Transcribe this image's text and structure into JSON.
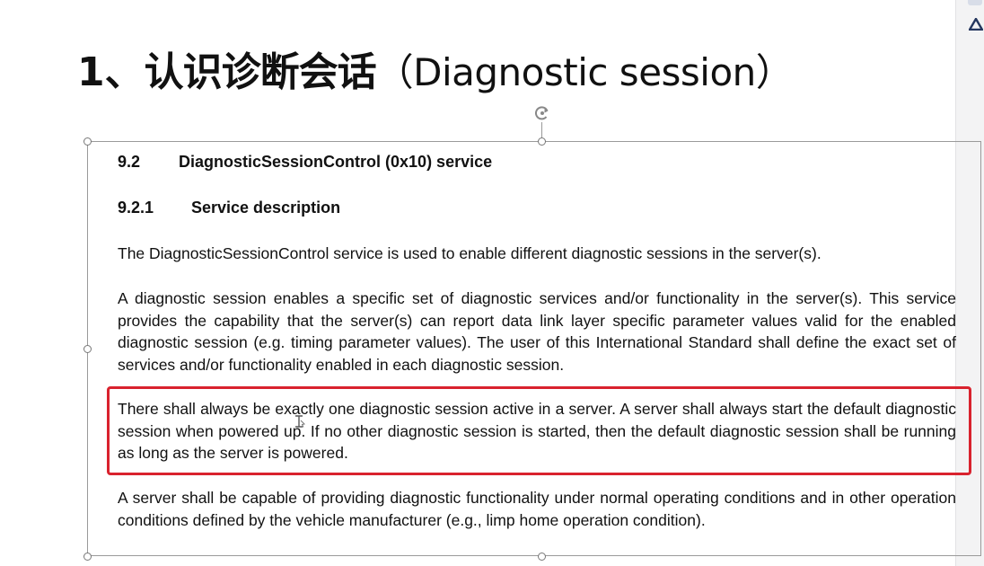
{
  "slide": {
    "title_number": "1",
    "title_separator": "、",
    "title_chinese": "认识诊断会话",
    "title_english": "（Diagnostic session）"
  },
  "document": {
    "section_number": "9.2",
    "section_title": "DiagnosticSessionControl (0x10) service",
    "subsection_number": "9.2.1",
    "subsection_title": "Service description",
    "paragraphs": [
      "The DiagnosticSessionControl service is used to enable different diagnostic sessions in the server(s).",
      "A diagnostic session enables a specific set of diagnostic services and/or functionality in the server(s). This service provides the capability that the server(s) can report data link layer specific parameter values valid for the enabled diagnostic session (e.g. timing parameter values). The user of this International Standard shall define the exact set of services and/or functionality enabled in each diagnostic session.",
      "There shall always be exactly one diagnostic session active in a server. A server shall always start the default diagnostic session when powered up. If no other diagnostic session is started, then the default diagnostic session shall be running as long as the server is powered.",
      "A server shall be capable of providing diagnostic functionality under normal operating conditions and in other operation conditions defined by the vehicle manufacturer (e.g., limp home operation condition)."
    ]
  },
  "colors": {
    "highlight_border": "#d9222e",
    "frame_border": "#9a9a9a",
    "text": "#111111"
  },
  "icons": [
    "rotate-handle-icon",
    "text-cursor-icon",
    "triangle-icon"
  ]
}
